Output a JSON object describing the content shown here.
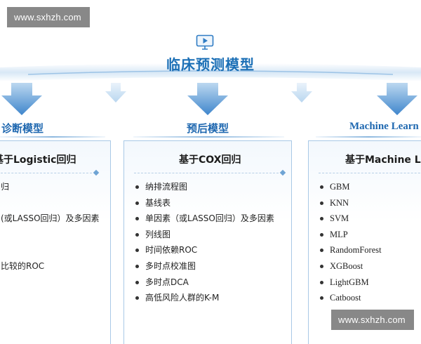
{
  "watermarks": {
    "top": "www.sxhzh.com",
    "bottom": "www.sxhzh.com"
  },
  "title": "临床预测模型",
  "icons": {
    "header": "monitor-play-icon",
    "arrow": "down-arrow-icon"
  },
  "colors": {
    "accent": "#1b6fb6",
    "band": "#cfe2f3",
    "arrow": "#4a90d1",
    "border": "#a9c9e6"
  },
  "columns": [
    {
      "title": "诊断模型",
      "card_title": "基于Logistic回归",
      "items": [
        "归",
        "",
        "(或LASSO回归）及多因素",
        "",
        "",
        "比较的ROC"
      ]
    },
    {
      "title": "预后模型",
      "card_title": "基于COX回归",
      "items": [
        "纳排流程图",
        "基线表",
        "单因素（或LASSO回归）及多因素",
        "列线图",
        "时间依赖ROC",
        "多时点校准图",
        "多时点DCA",
        "高低风险人群的K-M"
      ]
    },
    {
      "title": "Machine Learn",
      "card_title": "基于Machine Lear",
      "items": [
        "GBM",
        "KNN",
        "SVM",
        "MLP",
        "RandomForest",
        "XGBoost",
        "LightGBM",
        "Catboost"
      ]
    }
  ]
}
